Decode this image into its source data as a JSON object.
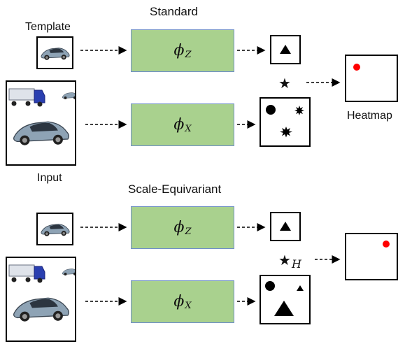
{
  "sections": [
    {
      "title": "Standard",
      "template_label": "Template",
      "input_label": "Input",
      "heatmap_label": "Heatmap",
      "branch_top": {
        "phi": "ϕ",
        "sub": "Z"
      },
      "branch_bottom": {
        "phi": "ϕ",
        "sub": "X"
      },
      "operator": {
        "symbol": "★",
        "sub": ""
      }
    },
    {
      "title": "Scale-Equivariant",
      "branch_top": {
        "phi": "ϕ",
        "sub": "Z"
      },
      "branch_bottom": {
        "phi": "ϕ",
        "sub": "X"
      },
      "operator": {
        "symbol": "★",
        "sub": "H"
      }
    }
  ],
  "colors": {
    "block_fill": "#a9d18e",
    "block_border": "#6f8fc6",
    "heatmap_peak": "#ff0000",
    "car_body": "#8ea3b5",
    "truck_cab": "#2a3fb0"
  },
  "icons": [
    "sports-car-image",
    "truck-image",
    "triangle-feature",
    "circle-feature",
    "starburst-feature",
    "heatmap-peak-dot"
  ]
}
